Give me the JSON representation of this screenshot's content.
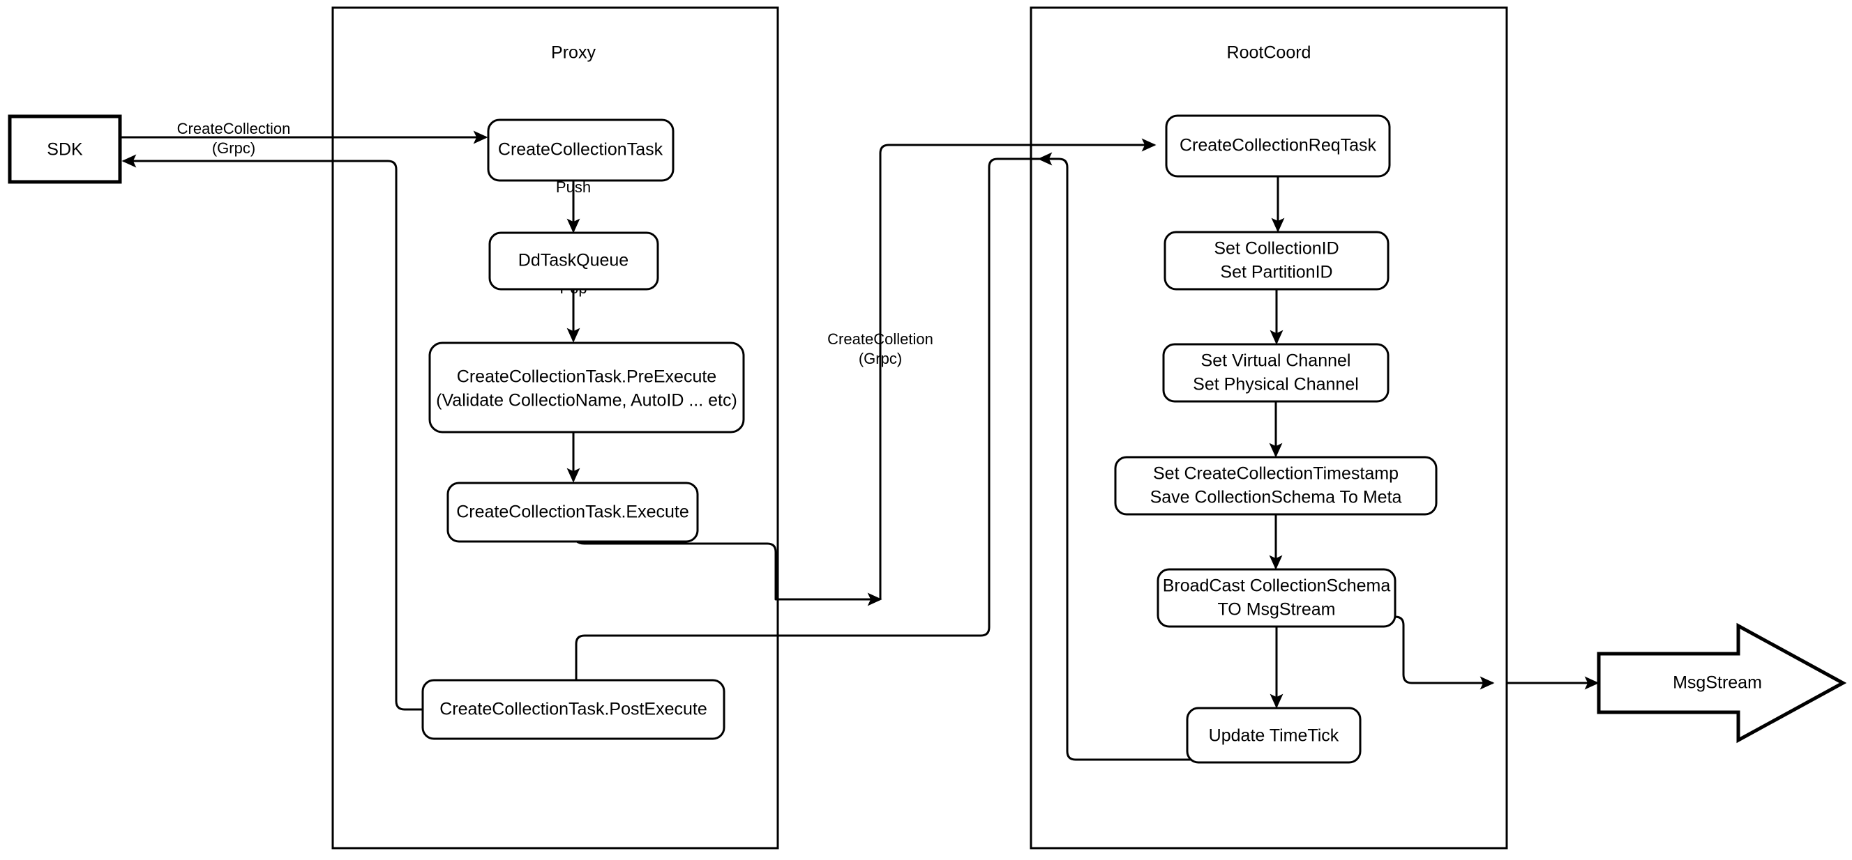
{
  "diagram": {
    "type": "flowchart",
    "title_visible": false,
    "containers": [
      {
        "id": "proxy",
        "label": "Proxy"
      },
      {
        "id": "rootcoord",
        "label": "RootCoord"
      }
    ],
    "nodes": {
      "sdk": {
        "label": "SDK"
      },
      "create_collection_task": {
        "label": "CreateCollectionTask"
      },
      "dd_task_queue": {
        "label": "DdTaskQueue"
      },
      "pre_execute_line1": {
        "label": "CreateCollectionTask.PreExecute"
      },
      "pre_execute_line2": {
        "label": "(Validate CollectioName, AutoID ... etc)"
      },
      "execute": {
        "label": "CreateCollectionTask.Execute"
      },
      "post_execute": {
        "label": "CreateCollectionTask.PostExecute"
      },
      "req_task": {
        "label": "CreateCollectionReqTask"
      },
      "set_ids_line1": {
        "label": "Set CollectionID"
      },
      "set_ids_line2": {
        "label": "Set PartitionID"
      },
      "set_channel_line1": {
        "label": "Set Virtual Channel"
      },
      "set_channel_line2": {
        "label": "Set Physical Channel"
      },
      "set_meta_line1": {
        "label": "Set CreateCollectionTimestamp"
      },
      "set_meta_line2": {
        "label": "Save CollectionSchema To Meta"
      },
      "broadcast_line1": {
        "label": "BroadCast CollectionSchema"
      },
      "broadcast_line2": {
        "label": "TO MsgStream"
      },
      "update_timetick": {
        "label": "Update TimeTick"
      },
      "msgstream": {
        "label": "MsgStream"
      }
    },
    "edge_labels": {
      "sdk_to_proxy_line1": "CreateCollection",
      "sdk_to_proxy_line2": "(Grpc)",
      "push": "Push",
      "pop": "Pop",
      "proxy_to_root_line1": "CreateColletion",
      "proxy_to_root_line2": "(Grpc)"
    },
    "colors": {
      "stroke": "#000000",
      "fill": "#ffffff",
      "background": "#ffffff"
    }
  }
}
